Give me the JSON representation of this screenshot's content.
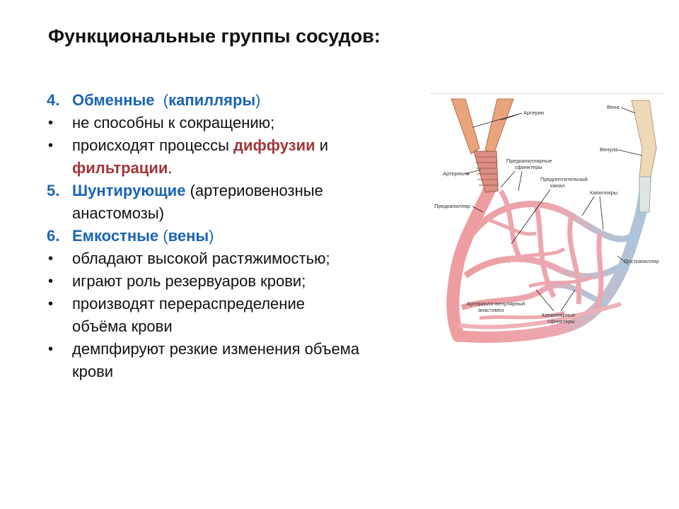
{
  "title": "Функциональные группы сосудов:",
  "groups": [
    {
      "number": "4.",
      "name": "Обменные",
      "paren_open": "(",
      "paren_text": "капилляры",
      "paren_close": ")",
      "bullets": [
        {
          "text": "не способны к сокращению;"
        },
        {
          "pre": "происходят процессы ",
          "em1": "диффузии",
          "mid": " и",
          "em2": "фильтрации",
          "post": "."
        }
      ]
    },
    {
      "number": "5.",
      "name": "Шунтирующие",
      "rest_line1": "(артериовенозные",
      "rest_line2": "анастомозы)"
    },
    {
      "number": "6.",
      "name": "Емкостные",
      "paren_open": "(",
      "paren_text": "вены",
      "paren_close": ")",
      "bullets": [
        {
          "text": "обладают  высокой  растяжимостью;"
        },
        {
          "text": "играют роль резервуаров крови;"
        },
        {
          "line1": "производят перераспределение",
          "line2": "объёма крови"
        },
        {
          "line1": "демпфируют резкие изменения объема",
          "line2": "крови"
        }
      ]
    }
  ],
  "bullet_symbol": "•",
  "diagram": {
    "labels": {
      "arterii": "Артерии",
      "vena": "Вена",
      "venula": "Венула",
      "arteriola": "Артериола",
      "precap_sphincters_1": "Предкапиллярные",
      "precap_sphincters_2": "сфинктеры",
      "preferential_1": "Предпочтительный",
      "preferential_2": "канал",
      "capillaries": "Капилляры",
      "precapillary": "Предкапилляр",
      "postcapillary": "Посткапилляр",
      "av_anastomosis_1": "Артериоло-венулярный",
      "av_anastomosis_2": "анастомоз",
      "cap_sphincters_1": "Капиллярные",
      "cap_sphincters_2": "сфинктеры"
    },
    "colors": {
      "artery": "#e9a47e",
      "arterial_blood": "#ee9ea0",
      "venous_blood": "#a9c6db",
      "vein_wall": "#eed9b8"
    }
  }
}
